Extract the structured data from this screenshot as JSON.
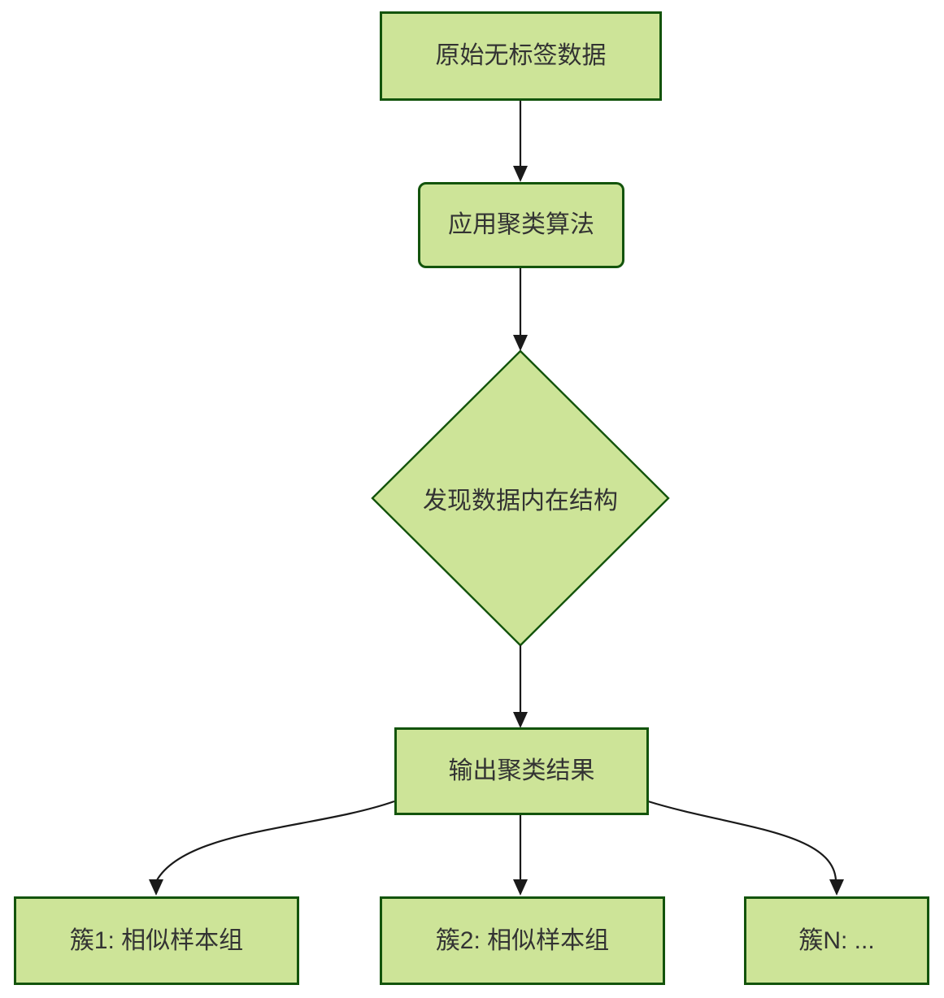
{
  "diagram": {
    "type": "flowchart",
    "direction": "top-down",
    "colors": {
      "node_fill": "#cde498",
      "node_border": "#13540c",
      "edge": "#1a1a1a",
      "text": "#333333",
      "background": "#ffffff"
    },
    "nodes": [
      {
        "id": "raw",
        "shape": "rectangle",
        "label": "原始无标签数据"
      },
      {
        "id": "apply",
        "shape": "rounded-rectangle",
        "label": "应用聚类算法"
      },
      {
        "id": "discover",
        "shape": "diamond",
        "label": "发现数据内在结构"
      },
      {
        "id": "output",
        "shape": "rectangle",
        "label": "输出聚类结果"
      },
      {
        "id": "cluster1",
        "shape": "rectangle",
        "label": "簇1: 相似样本组"
      },
      {
        "id": "cluster2",
        "shape": "rectangle",
        "label": "簇2: 相似样本组"
      },
      {
        "id": "clusterN",
        "shape": "rectangle",
        "label": "簇N: ..."
      }
    ],
    "edges": [
      {
        "from": "raw",
        "to": "apply"
      },
      {
        "from": "apply",
        "to": "discover"
      },
      {
        "from": "discover",
        "to": "output"
      },
      {
        "from": "output",
        "to": "cluster1"
      },
      {
        "from": "output",
        "to": "cluster2"
      },
      {
        "from": "output",
        "to": "clusterN"
      }
    ]
  }
}
